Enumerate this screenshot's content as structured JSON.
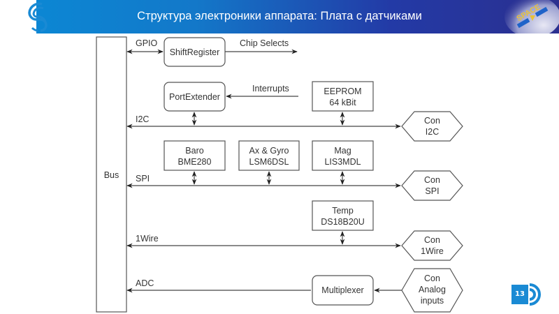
{
  "header": {
    "title": "Структура электроники аппарата: Плата с датчиками",
    "left_logo": "company-logo-s",
    "right_logo_text": "SPACE",
    "right_logo_subtext": "gradient"
  },
  "diagram": {
    "bus_label": "Bus",
    "buses": {
      "gpio": "GPIO",
      "i2c": "I2C",
      "spi": "SPI",
      "onewire": "1Wire",
      "adc": "ADC"
    },
    "signals": {
      "chip_selects": "Chip Selects",
      "interrupts": "Interrupts"
    },
    "blocks": {
      "shift_register": [
        "ShiftRegister"
      ],
      "port_extender": [
        "PortExtender"
      ],
      "eeprom": [
        "EEPROM",
        "64 kBit"
      ],
      "baro": [
        "Baro",
        "BME280"
      ],
      "ax_gyro": [
        "Ax & Gyro",
        "LSM6DSL"
      ],
      "mag": [
        "Mag",
        "LIS3MDL"
      ],
      "temp": [
        "Temp",
        "DS18B20U"
      ],
      "multiplexer": [
        "Multiplexer"
      ]
    },
    "connectors": {
      "con_i2c": [
        "Con",
        "I2C"
      ],
      "con_spi": [
        "Con",
        "SPI"
      ],
      "con_1wire": [
        "Con",
        "1Wire"
      ],
      "con_analog": [
        "Con",
        "Analog",
        "inputs"
      ]
    }
  },
  "footer": {
    "page_number": "13"
  }
}
